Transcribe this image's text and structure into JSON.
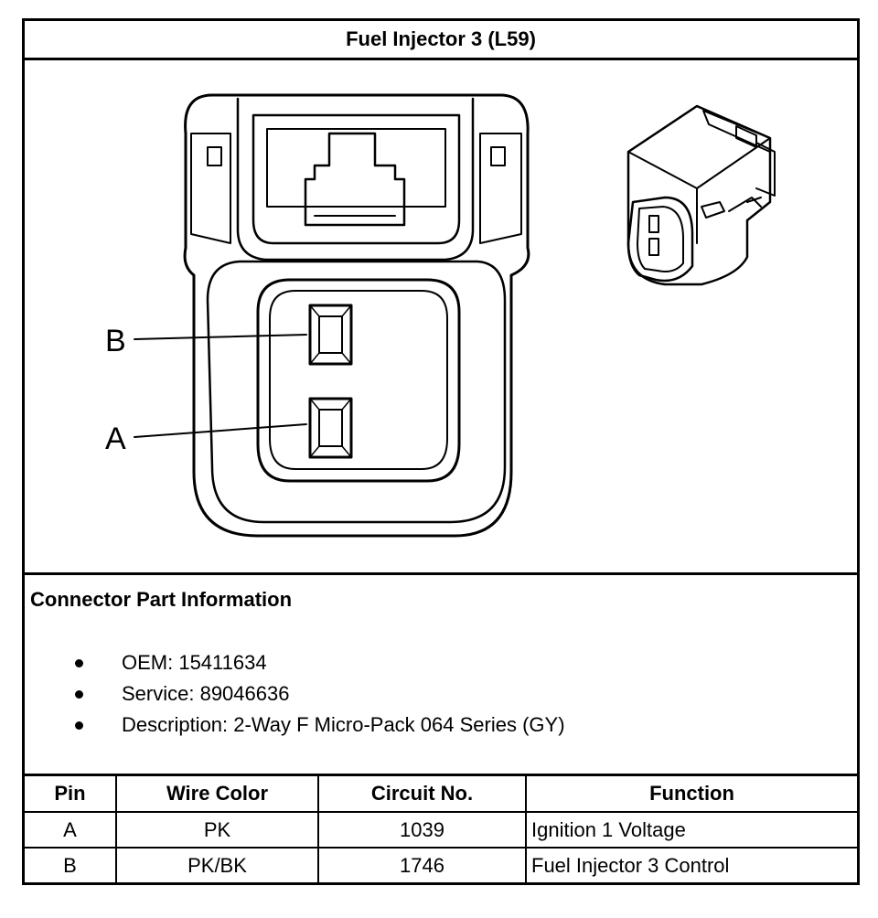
{
  "title": "Fuel Injector 3 (L59)",
  "figure": {
    "pin_labels": [
      "B",
      "A"
    ]
  },
  "connector_info": {
    "heading": "Connector Part Information",
    "items": [
      "OEM: 15411634",
      "Service: 89046636",
      "Description: 2-Way F Micro-Pack 064 Series (GY)"
    ]
  },
  "pin_table": {
    "headers": [
      "Pin",
      "Wire Color",
      "Circuit No.",
      "Function"
    ],
    "rows": [
      [
        "A",
        "PK",
        "1039",
        "Ignition 1 Voltage"
      ],
      [
        "B",
        "PK/BK",
        "1746",
        "Fuel Injector 3 Control"
      ]
    ]
  }
}
